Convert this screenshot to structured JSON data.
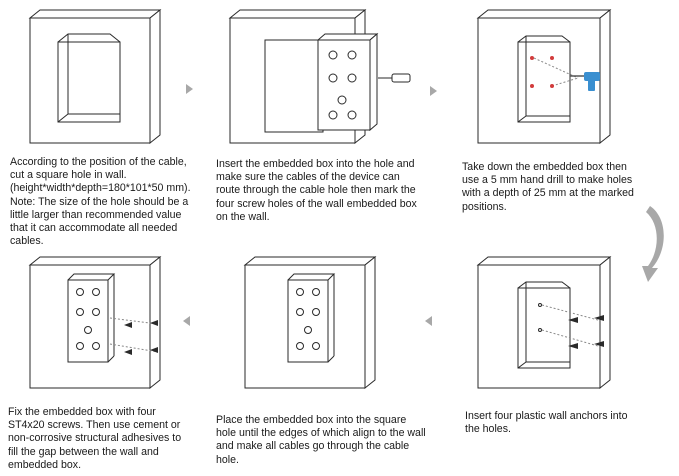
{
  "steps": [
    {
      "id": "cut-hole",
      "text": "According to the position of the cable,\ncut a square hole in wall.\n(height*width*depth=180*101*50 mm).\nNote: The size of the hole should be a\nlittle larger than recommended value\nthat it can accommodate all needed\ncables."
    },
    {
      "id": "mark-screw-holes",
      "text": "Insert the embedded box into the hole and\nmake sure the cables of the device can\nroute through the cable hole then mark the\nfour screw holes of the wall embedded box\non the wall."
    },
    {
      "id": "drill-holes",
      "text": "Take down the embedded box then\nuse a 5 mm hand drill to make holes\nwith a depth of 25 mm at the marked\npositions."
    },
    {
      "id": "insert-anchors",
      "text": "Insert four plastic wall anchors into\nthe holes."
    },
    {
      "id": "place-box",
      "text": "Place the embedded box into the square\nhole until the edges of which align to the wall\nand make all cables go through the cable\nhole."
    },
    {
      "id": "fix-box",
      "text": "Fix the embedded box with four\nST4x20 screws. Then use cement or\nnon-corrosive structural adhesives to\nfill the gap between the wall and\nembedded box."
    }
  ],
  "colors": {
    "line": "#2a2a2a",
    "wall": "#ffffff",
    "arrow": "#a8a8a8",
    "marker": "#d23c3c",
    "drill": "#3a8fd0"
  }
}
